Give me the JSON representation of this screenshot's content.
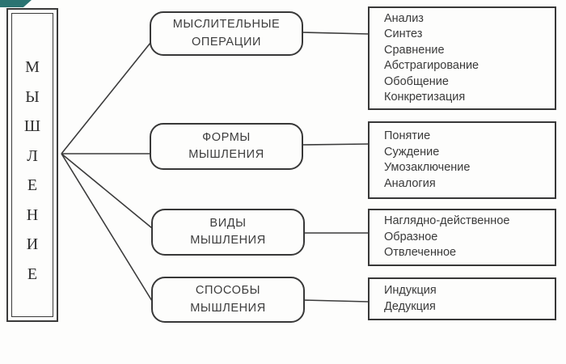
{
  "accent_color": "#2b7472",
  "line_color": "#3b3b3b",
  "root": {
    "title": "МЫШЛЕНИЕ",
    "letters": [
      "М",
      "Ы",
      "Ш",
      "Л",
      "Е",
      "Н",
      "И",
      "Е"
    ]
  },
  "branches": [
    {
      "label_line1": "МЫСЛИТЕЛЬНЫЕ",
      "label_line2": "ОПЕРАЦИИ",
      "items": [
        "Анализ",
        "Синтез",
        "Сравнение",
        "Абстрагирование",
        "Обобщение",
        "Конкретизация"
      ]
    },
    {
      "label_line1": "ФОРМЫ",
      "label_line2": "МЫШЛЕНИЯ",
      "items": [
        "Понятие",
        "Суждение",
        "Умозаключение",
        "Аналогия"
      ]
    },
    {
      "label_line1": "ВИДЫ",
      "label_line2": "МЫШЛЕНИЯ",
      "items": [
        "Наглядно-действенное",
        "Образное",
        "Отвлеченное"
      ]
    },
    {
      "label_line1": "СПОСОБЫ",
      "label_line2": "МЫШЛЕНИЯ",
      "items": [
        "Индукция",
        "Дедукция"
      ]
    }
  ]
}
